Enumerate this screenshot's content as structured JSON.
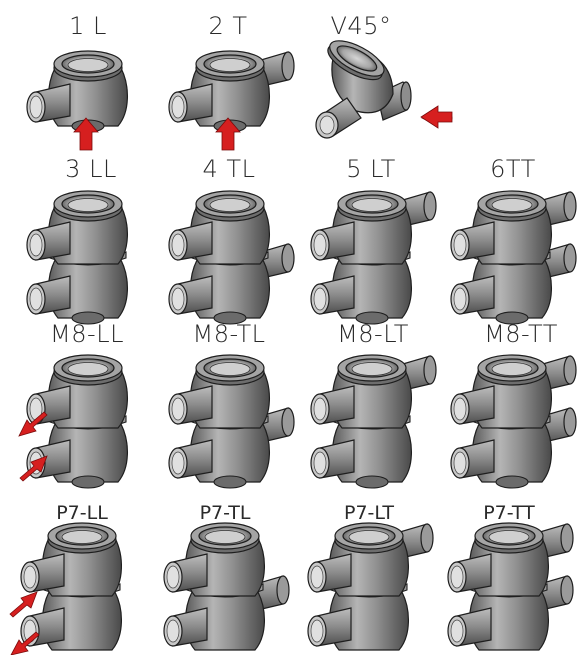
{
  "diagram": {
    "colors": {
      "body": "#8f8f8f",
      "body_dark": "#5a5a5a",
      "body_light": "#c9c9c9",
      "outline": "#1e1e1e",
      "arrow": "#d61f1f",
      "label": "#2a2a2a"
    },
    "rows": [
      {
        "row_id": "row1",
        "items": [
          {
            "label": "1 L",
            "variant": "single",
            "outlets": [
              "left"
            ],
            "arrow": "bottom-up"
          },
          {
            "label": "2 T",
            "variant": "single",
            "outlets": [
              "left",
              "right"
            ],
            "arrow": "bottom-up"
          },
          {
            "label": "V45°",
            "variant": "angled",
            "outlets": [
              "left"
            ],
            "arrow": "right-in"
          }
        ]
      },
      {
        "row_id": "row2",
        "items": [
          {
            "label": "3 LL",
            "variant": "double",
            "outlets_top": [
              "left"
            ],
            "outlets_bottom": [
              "left"
            ],
            "arrow": "none"
          },
          {
            "label": "4 TL",
            "variant": "double",
            "outlets_top": [
              "left"
            ],
            "outlets_bottom": [
              "left",
              "right"
            ],
            "arrow": "none"
          },
          {
            "label": "5 LT",
            "variant": "double",
            "outlets_top": [
              "left",
              "right"
            ],
            "outlets_bottom": [
              "left"
            ],
            "arrow": "none"
          },
          {
            "label": "6TT",
            "variant": "double",
            "outlets_top": [
              "left",
              "right"
            ],
            "outlets_bottom": [
              "left",
              "right"
            ],
            "arrow": "none"
          }
        ]
      },
      {
        "row_id": "row3",
        "items": [
          {
            "label": "M8-LL",
            "variant": "double",
            "outlets_top": [
              "left"
            ],
            "outlets_bottom": [
              "left"
            ],
            "arrow": "left-pair"
          },
          {
            "label": "M8-TL",
            "variant": "double",
            "outlets_top": [
              "left"
            ],
            "outlets_bottom": [
              "left",
              "right"
            ],
            "arrow": "none"
          },
          {
            "label": "M8-LT",
            "variant": "double",
            "outlets_top": [
              "left",
              "right"
            ],
            "outlets_bottom": [
              "left"
            ],
            "arrow": "none"
          },
          {
            "label": "M8-TT",
            "variant": "double",
            "outlets_top": [
              "left",
              "right"
            ],
            "outlets_bottom": [
              "left",
              "right"
            ],
            "arrow": "none"
          }
        ]
      },
      {
        "row_id": "row4",
        "items": [
          {
            "label": "P7-LL",
            "variant": "double",
            "outlets_top": [
              "left"
            ],
            "outlets_bottom": [
              "left"
            ],
            "arrow": "left-in-out"
          },
          {
            "label": "P7-TL",
            "variant": "double",
            "outlets_top": [
              "left"
            ],
            "outlets_bottom": [
              "left",
              "right"
            ],
            "arrow": "none"
          },
          {
            "label": "P7-LT",
            "variant": "double",
            "outlets_top": [
              "left",
              "right"
            ],
            "outlets_bottom": [
              "left"
            ],
            "arrow": "none"
          },
          {
            "label": "P7-TT",
            "variant": "double",
            "outlets_top": [
              "left",
              "right"
            ],
            "outlets_bottom": [
              "left",
              "right"
            ],
            "arrow": "none"
          }
        ]
      }
    ]
  }
}
